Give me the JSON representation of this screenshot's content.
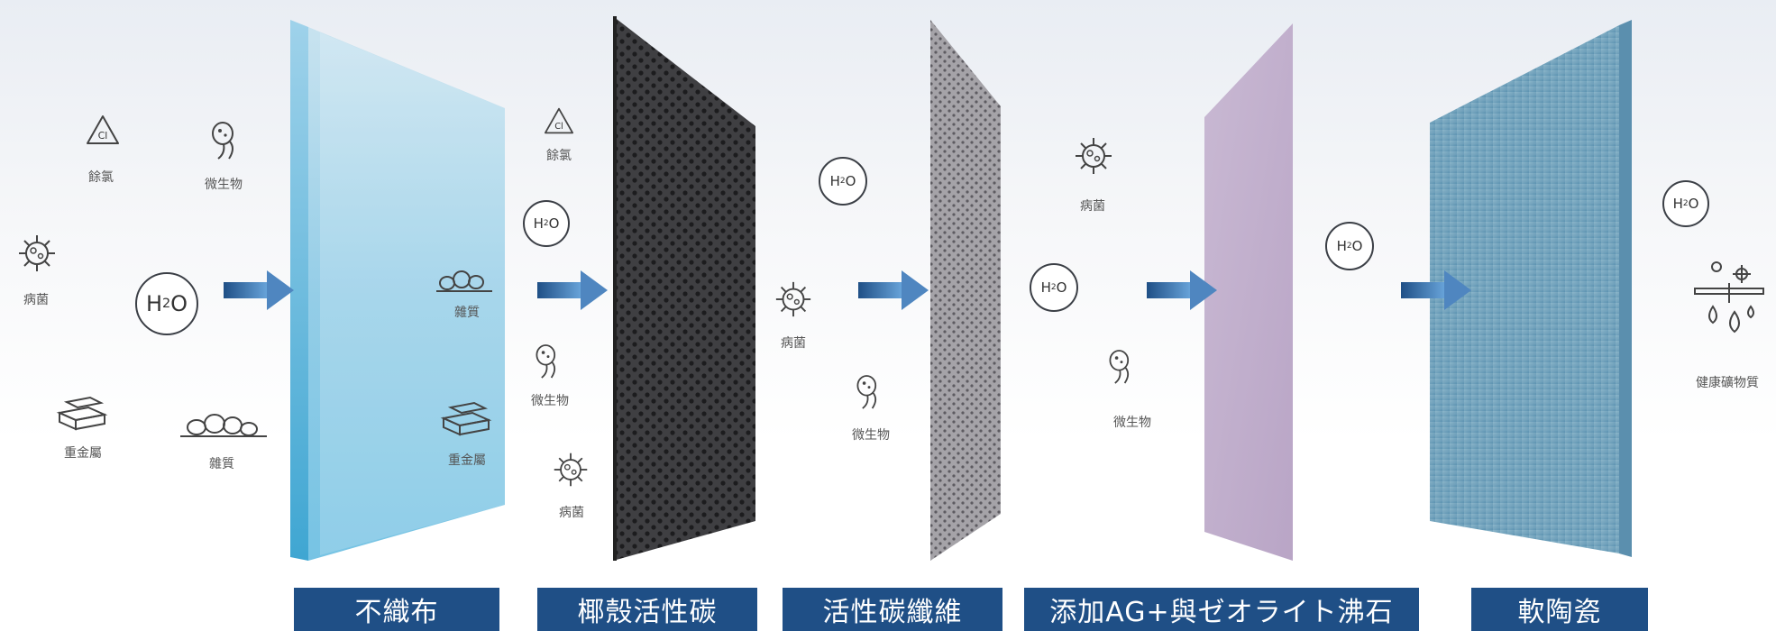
{
  "filters": [
    {
      "name": "不織布"
    },
    {
      "name": "椰殼活性碳"
    },
    {
      "name": "活性碳纖維"
    },
    {
      "name": "添加AG+與ゼオライト沸石"
    },
    {
      "name": "軟陶瓷"
    }
  ],
  "molecule": {
    "h": "H",
    "sub": "2",
    "o": "O"
  },
  "labels": {
    "chlorine": "餘氯",
    "microbe": "微生物",
    "bacteria": "病菌",
    "impurity": "雜質",
    "heavy_metal": "重金屬",
    "minerals": "健康礦物質",
    "cl_symbol": "Cl"
  },
  "colors": {
    "caption_bg": "#1f4f86",
    "arrow_start": "#2a5a97",
    "arrow_end": "#7fb0e0",
    "nonwoven": "#7fc6e4",
    "coconut_carbon": "#3c3c3e",
    "carbon_fiber": "#9c9a9f",
    "zeolite": "#c6b3cf",
    "ceramic": "#6fa3bd"
  }
}
